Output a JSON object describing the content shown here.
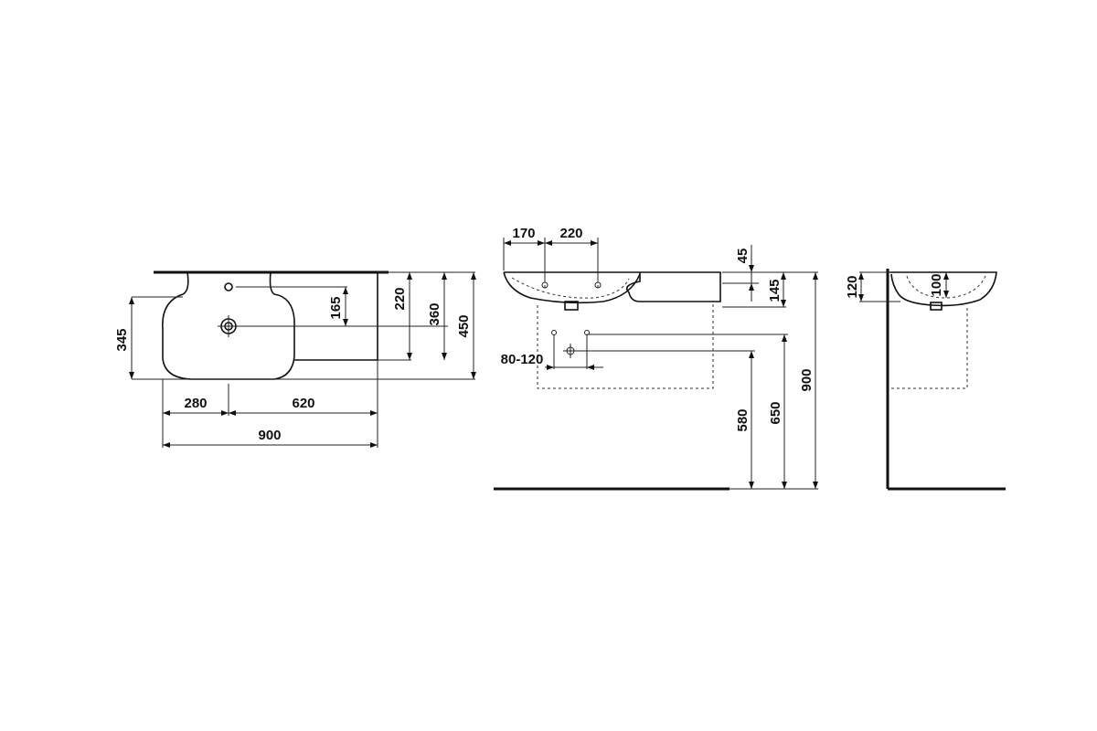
{
  "plan_view": {
    "width_total": "900",
    "width_left": "280",
    "width_right": "620",
    "depth_bowl": "345",
    "tap_hole_offset": "165",
    "depth_220": "220",
    "depth_360": "360",
    "depth_450": "450"
  },
  "front_view": {
    "hole_spacing_left": "170",
    "hole_spacing_mid": "220",
    "rim_45": "45",
    "height_145": "145",
    "waste_range": "80-120",
    "height_580": "580",
    "height_650": "650",
    "height_900": "900"
  },
  "side_view": {
    "depth_120": "120",
    "depth_100": "100"
  }
}
